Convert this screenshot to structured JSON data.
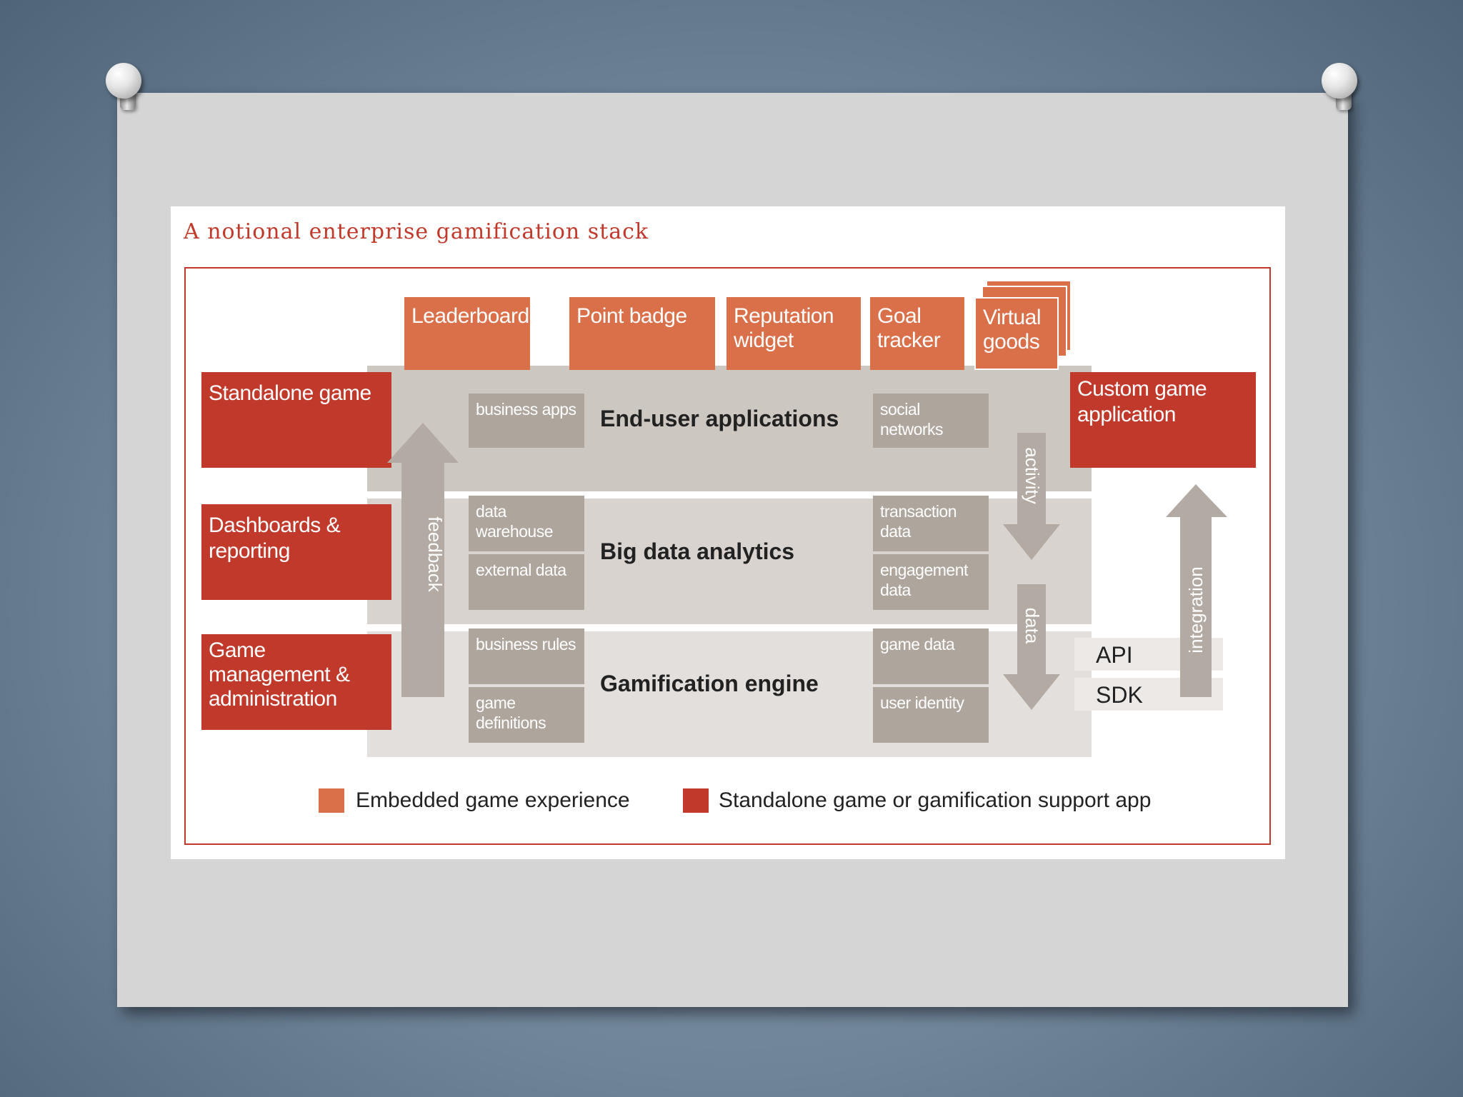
{
  "title": "A notional enterprise gamification stack",
  "top_modules": [
    "Leaderboard",
    "Point badge",
    "Reputation widget",
    "Goal tracker",
    "Virtual goods"
  ],
  "standalone_left": [
    "Standalone game",
    "Dashboards & reporting",
    "Game management & administration"
  ],
  "standalone_right": "Custom game application",
  "layers": [
    {
      "name": "End-user applications",
      "left": [
        "business apps"
      ],
      "right": [
        "social networks"
      ]
    },
    {
      "name": "Big data analytics",
      "left": [
        "data warehouse",
        "external data"
      ],
      "right": [
        "transaction data",
        "engagement data"
      ]
    },
    {
      "name": "Gamification engine",
      "left": [
        "business rules",
        "game definitions"
      ],
      "right": [
        "game data",
        "user identity"
      ]
    }
  ],
  "arrows": {
    "feedback": "feedback",
    "activity": "activity",
    "data": "data",
    "integration": "integration"
  },
  "interfaces": [
    "API",
    "SDK"
  ],
  "legend": [
    {
      "label": "Embedded game experience",
      "color": "#d9704a"
    },
    {
      "label": "Standalone game or gamification support app",
      "color": "#c0392b"
    }
  ],
  "colors": {
    "embedded": "#d9704a",
    "standalone": "#c0392b",
    "layer_box": "#aea59d",
    "arrow": "#b3aba3"
  }
}
